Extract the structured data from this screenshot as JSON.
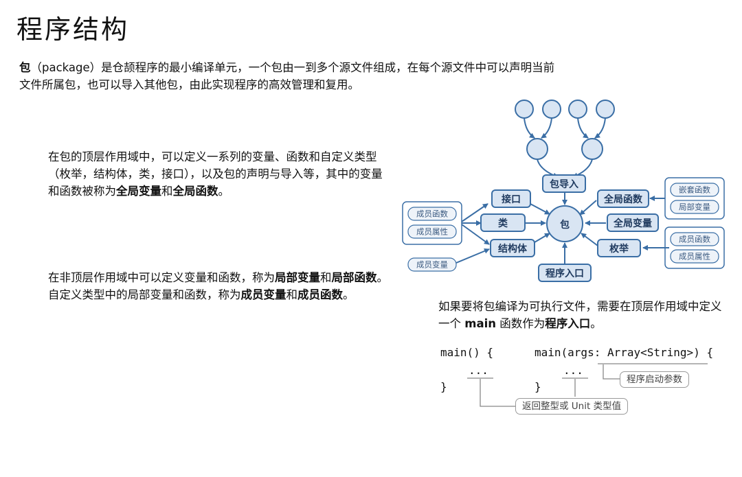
{
  "title": "程序结构",
  "intro": {
    "pre": "（package）是仓颉程序的最小编译单元，一个包由一到多个源文件组成，在每个源文件中可以声明当前文件所属包，也可以导入其他包，由此实现程序的高效管理和复用。",
    "bold": "包"
  },
  "para1": {
    "text": "在包的顶层作用域中，可以定义一系列的变量、函数和自定义类型（枚举，结构体，类，接口），以及包的声明与导入等，其中的变量和函数被称为",
    "b1": "全局变量",
    "mid": "和",
    "b2": "全局函数",
    "end": "。"
  },
  "para2": {
    "text": "在非顶层作用域中可以定义变量和函数，称为",
    "b1": "局部变量",
    "mid1": "和",
    "b2": "局部函数",
    "mid2": "。自定义类型中的局部变量和函数，称为",
    "b3": "成员变量",
    "mid3": "和",
    "b4": "成员函数",
    "end": "。"
  },
  "para3": {
    "text": "如果要将包编译为可执行文件，需要在顶层作用域中定义一个 ",
    "code": "main",
    "mid": " 函数作为",
    "b1": "程序入口",
    "end": "。"
  },
  "diagram": {
    "center": "包",
    "nodes": {
      "import": "包导入",
      "interface": "接口",
      "class": "类",
      "struct": "结构体",
      "global_func": "全局函数",
      "global_var": "全局变量",
      "enum": "枚举",
      "entry": "程序入口"
    },
    "chips": {
      "class_func": "成员函数",
      "class_attr": "成员属性",
      "struct_var": "成员变量",
      "nested_func": "嵌套函数",
      "local_var": "局部变量",
      "enum_func": "成员函数",
      "enum_attr": "成员属性"
    },
    "colors": {
      "stroke": "#3a6ea5",
      "fill": "#d9e5f3",
      "chip_fill": "#eef3f9"
    }
  },
  "code": {
    "left_head": "main() {",
    "left_dots": "...",
    "left_close": "}",
    "right_head": "main(args: Array<String>) {",
    "right_dots": "...",
    "right_close": "}",
    "note_args": "程序启动参数",
    "note_ret": "返回整型或 Unit 类型值"
  }
}
